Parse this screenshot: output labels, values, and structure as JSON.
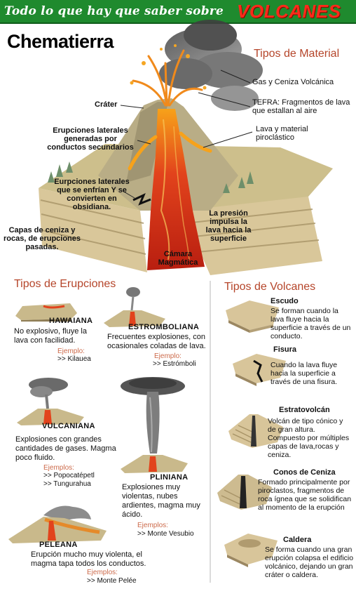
{
  "banner": {
    "title_prefix": "Todo lo que hay que saber sobre",
    "title_highlight": "VOLCANES"
  },
  "brand": "Chematierra",
  "material": {
    "heading": "Tipos de Material",
    "labels": [
      "Gas y Ceniza Volcánica",
      "TEFRA: Fragmentos de lava que estallan al aire",
      "Lava y material piroclástico"
    ]
  },
  "diagram": {
    "labels": {
      "crater": "Cráter",
      "lateral": "Erupciones laterales generadas por conductos secundarios",
      "obsidian": "Eurpciones laterales que se enfrían Y se convierten en obsidiana.",
      "layers": "Capas de ceniza y rocas, de erupciones pasadas.",
      "pressure": "La presión impulsa la lava hacia la superficie",
      "chamber": "Cámara Magmática"
    }
  },
  "eruptions": {
    "heading": "Tipos de Erupciones",
    "examples_label": "Ejemplo:",
    "examples_label_plural": "Ejemplos:",
    "items": [
      {
        "name": "HAWAIANA",
        "desc": "No explosivo, fluye la lava con facilidad.",
        "examples": [
          ">> Kilauea"
        ]
      },
      {
        "name": "ESTROMBOLIANA",
        "desc": "Frecuentes explosiones, con ocasionales coladas de lava.",
        "examples": [
          ">> Estrómboli"
        ]
      },
      {
        "name": "VULCANIANA",
        "desc": "Explosiones con grandes cantidades de gases. Magma poco fluido.",
        "examples": [
          ">> Popocatépetl",
          ">> Tungurahua"
        ]
      },
      {
        "name": "PLINIANA",
        "desc": "Explosiones muy violentas, nubes ardientes, magma muy ácido.",
        "examples": [
          ">> Monte Vesubio"
        ]
      },
      {
        "name": "PELEANA",
        "desc": "Erupción mucho muy violenta, el magma tapa todos los conductos.",
        "examples": [
          ">> Monte Pelée"
        ]
      }
    ]
  },
  "volcanoes": {
    "heading": "Tipos de Volcanes",
    "items": [
      {
        "name": "Escudo",
        "desc": "Se forman cuando la lava fluye hacia la superficie a través de un conducto."
      },
      {
        "name": "Fisura",
        "desc": "Cuando la lava fluye hacia la superficie a través de una fisura."
      },
      {
        "name": "Estratovolcán",
        "desc": "Volcán de tipo cónico y de gran altura. Compuesto por múltiples capas de lava,rocas y ceniza."
      },
      {
        "name": "Conos de Ceniza",
        "desc": "Formado principalmente por piroclastos, fragmentos de roca ígnea que se solidifican al momento de la erupción"
      },
      {
        "name": "Caldera",
        "desc": "Se forma cuando una gran erupción colapsa el edificio volcánico, dejando un gran cráter o caldera."
      }
    ]
  },
  "colors": {
    "banner": "#1f8a2e",
    "highlight": "#ff2a1a",
    "heading": "#b5452a",
    "lava": "#e2431c",
    "example": "#cc6a4a"
  }
}
